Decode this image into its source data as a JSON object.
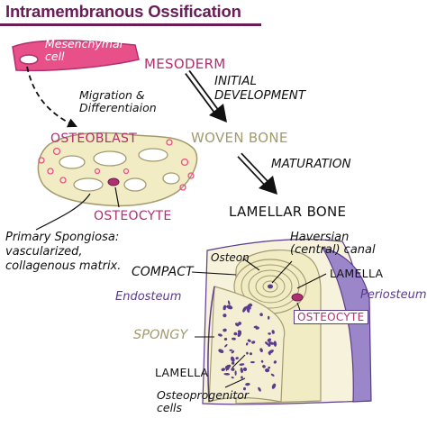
{
  "title": "Intramembranous Ossification",
  "labels": {
    "mesenchymal_cell": [
      "Mesenchymal",
      "cell"
    ],
    "mesoderm": "MESODERM",
    "initial_development": [
      "INITIAL",
      "DEVELOPMENT"
    ],
    "migration": [
      "Migration &",
      "Differentiaion"
    ],
    "osteoblast": "OSTEOBLAST",
    "woven_bone": "WOVEN BONE",
    "maturation": "MATURATION",
    "osteocyte_top": "OSTEOCYTE",
    "lamellar_bone": "LAMELLAR BONE",
    "primary_spongiosa": [
      "Primary Spongiosa:",
      "vascularized,",
      "collagenous matrix."
    ],
    "haversian_canal": [
      "Haversian",
      "(central) canal"
    ],
    "osteon": "Osteon",
    "compact": "COMPACT",
    "lamella_right": "LAMELLA",
    "endosteum": "Endosteum",
    "periosteum": "Periosteum",
    "osteocyte_box": "OSTEOCYTE",
    "spongy": "SPONGY",
    "lamella_bottom": "LAMELLA",
    "osteoprogenitor": [
      "Osteoprogenitor",
      "cells"
    ]
  },
  "colors": {
    "title": "#6a1b58",
    "magenta": "#b0306f",
    "pink_cell": "#e8508a",
    "woven": "#a39a6e",
    "bone_fill": "#f2ecc4",
    "purple": "#5b3b8c",
    "dark": "#111111"
  }
}
